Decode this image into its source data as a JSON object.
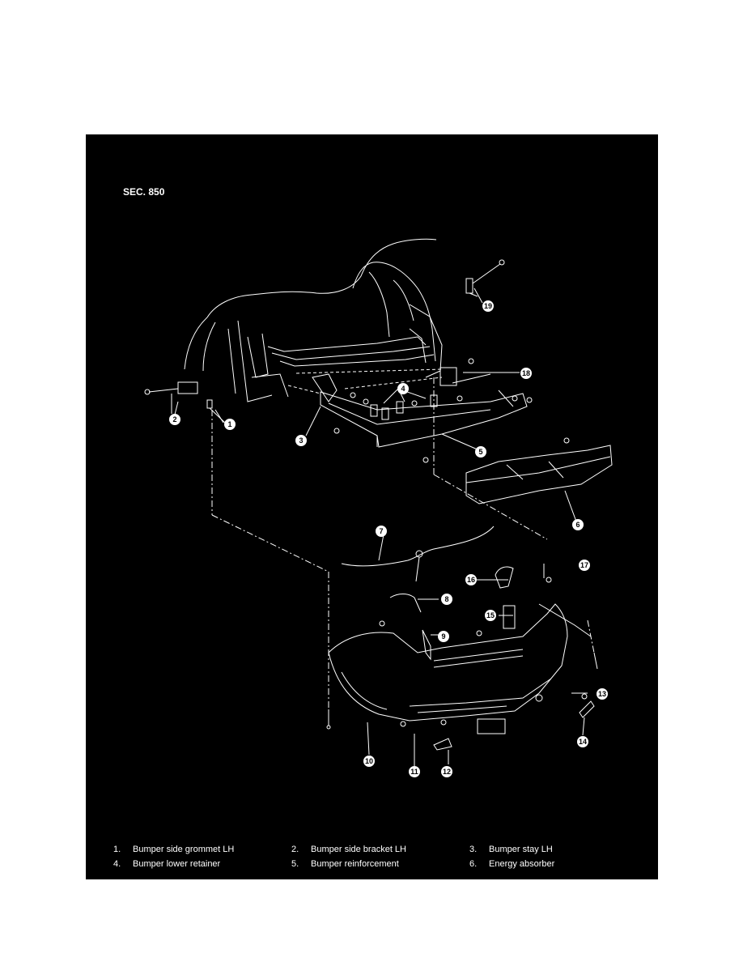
{
  "figure": {
    "section": "SEC. 850",
    "callouts": [
      "1",
      "2",
      "3",
      "4",
      "5",
      "6",
      "7",
      "8",
      "9",
      "10",
      "11",
      "12",
      "13",
      "14",
      "15",
      "16",
      "17",
      "18",
      "19"
    ]
  },
  "legend": [
    [
      {
        "num": "1.",
        "label": "Bumper side grommet LH"
      },
      {
        "num": "2.",
        "label": "Bumper side bracket LH"
      },
      {
        "num": "3.",
        "label": "Bumper stay LH"
      }
    ],
    [
      {
        "num": "4.",
        "label": "Bumper lower retainer"
      },
      {
        "num": "5.",
        "label": "Bumper reinforcement"
      },
      {
        "num": "6.",
        "label": "Energy absorber"
      }
    ]
  ],
  "colors": {
    "background": "#000000",
    "line": "#ffffff",
    "page": "#ffffff"
  }
}
